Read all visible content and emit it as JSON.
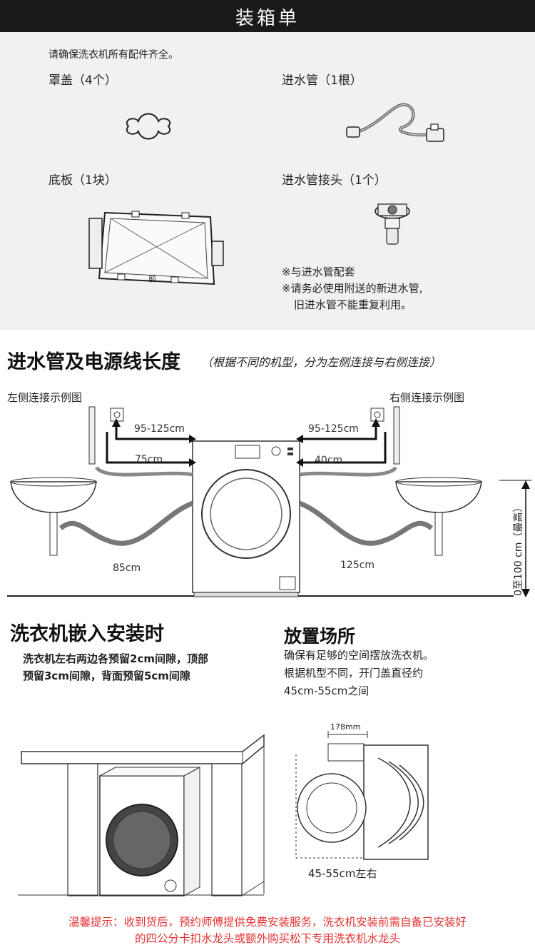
{
  "packing_list": {
    "title": "装箱单",
    "intro": "请确保洗衣机所有配件齐全。",
    "items": [
      {
        "label": "罩盖（4个）"
      },
      {
        "label": "进水管（1根）"
      },
      {
        "label": "底板（1块）"
      },
      {
        "label": "进水管接头（1个）"
      }
    ],
    "base_plate_front_mark": "前",
    "notes": [
      "※与进水管配套",
      "※请务必使用附送的新进水管,",
      "旧进水管不能重复利用。"
    ]
  },
  "hose_length": {
    "title": "进水管及电源线长度",
    "subtitle": "（根据不同的机型，分为左侧连接与右侧连接）",
    "left_example": "左侧连接示例图",
    "right_example": "右侧连接示例图",
    "left_power_cord": "95-125cm",
    "left_inlet_hose": "75cm",
    "left_drain_hose": "85cm",
    "right_power_cord": "95-125cm",
    "right_inlet_hose": "40cm",
    "right_drain_hose": "125cm",
    "height_range": "0至100 cm（最高）"
  },
  "built_in": {
    "title": "洗衣机嵌入安装时",
    "desc_line1": "洗衣机左右两边各预留2cm间隙，顶部",
    "desc_line2": "预留3cm间隙，背面预留5cm间隙"
  },
  "placement": {
    "title": "放置场所",
    "desc_line1": "确保有足够的空间摆放洗衣机。",
    "desc_line2": "根据机型不同，开门盖直径约",
    "desc_line3": "45cm-55cm之间",
    "depth_label": "178mm",
    "door_diameter_label": "45-55cm左右"
  },
  "tip": {
    "line1": "温馨提示：收到货后，预约师傅提供免费安装服务，洗衣机安装前需自备已安装好",
    "line2": "的四公分卡扣水龙头或额外购买松下专用洗衣机水龙头"
  },
  "colors": {
    "banner_bg": "#1c1a19",
    "panel_bg": "#f1f1f1",
    "tip_red": "#e63232"
  }
}
